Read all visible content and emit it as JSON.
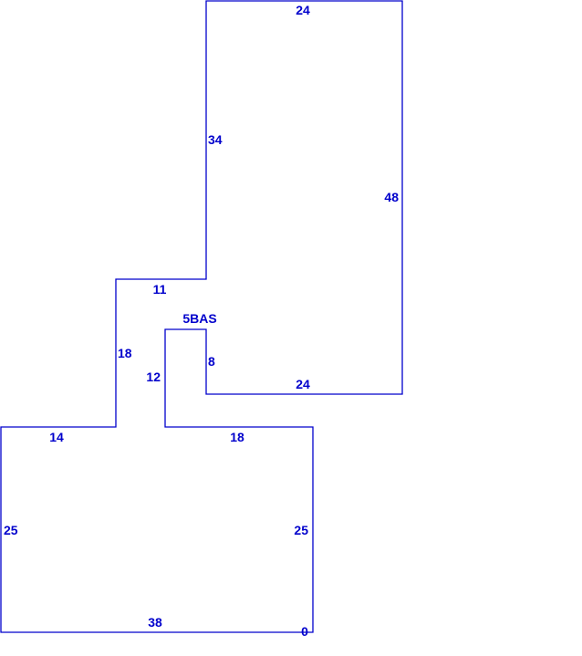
{
  "sketch": {
    "area_label": "5BAS",
    "dimensions": {
      "top_width": "24",
      "upper_left_side": "34",
      "right_side": "48",
      "step_left_top": "11",
      "inner_notch_side": "8",
      "inner_bottom": "24",
      "left_mid_side": "18",
      "notch_left_side": "12",
      "lower_left_top": "14",
      "lower_right_top": "18",
      "lower_left_side": "25",
      "lower_right_side": "25",
      "bottom_width": "38",
      "corner_marker": "0"
    },
    "line_color": "#0000cc"
  }
}
